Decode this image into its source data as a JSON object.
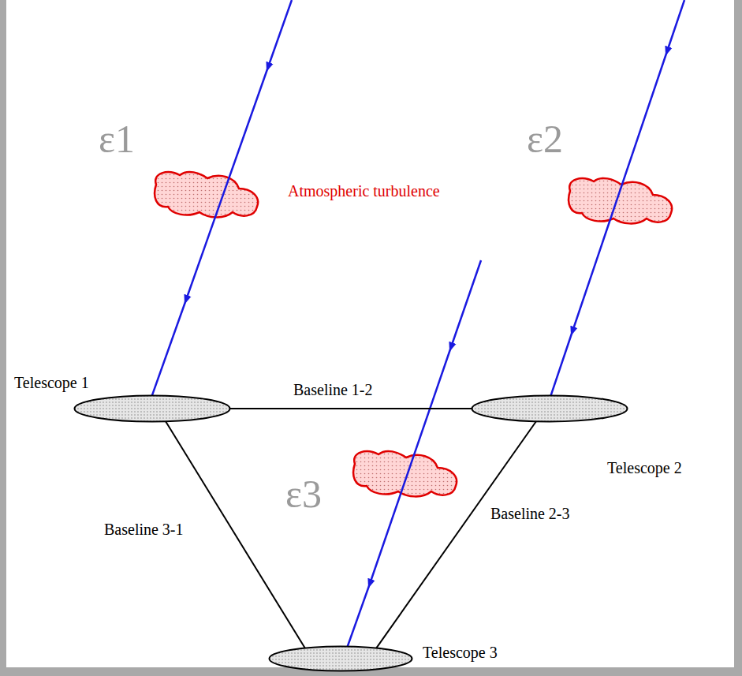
{
  "diagram": {
    "nodes": [
      {
        "text": [
          "Telescope 1"
        ]
      },
      {
        "text": [
          "Telescope 2"
        ]
      },
      {
        "text": [
          "Telescope 3"
        ]
      }
    ],
    "edges": [
      {
        "from": 0,
        "to": 1,
        "arrow": "none",
        "label": "Baseline 1-2"
      },
      {
        "from": 1,
        "to": 2,
        "arrow": "none",
        "label": "Baseline 2-3"
      },
      {
        "from": 2,
        "to": 0,
        "arrow": "none",
        "label": "Baseline 3-1"
      }
    ],
    "labels": [
      "ε1",
      "ε2",
      "ε3",
      "Atmospheric turbulence"
    ]
  }
}
